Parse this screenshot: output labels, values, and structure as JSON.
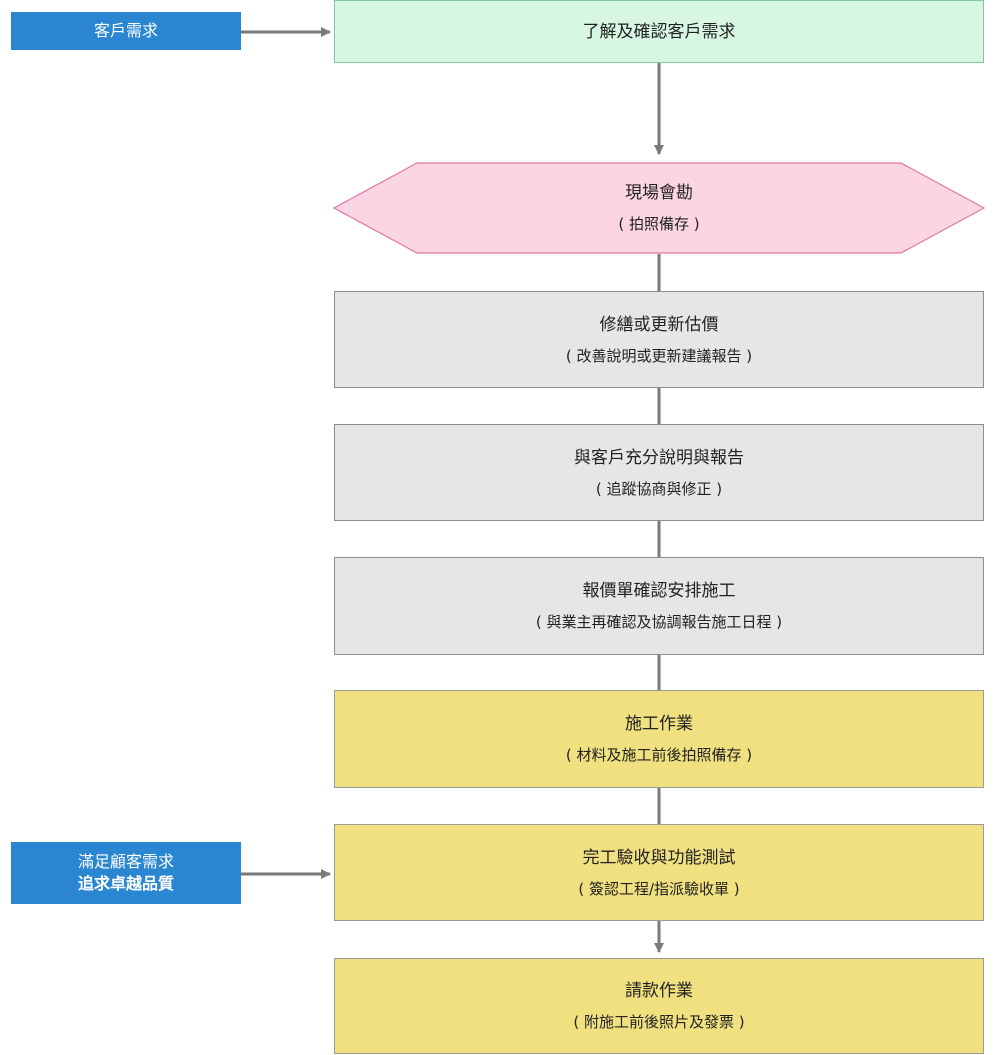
{
  "inputs": {
    "customer_needs": "客戶需求",
    "satisfy_line1": "滿足顧客需求",
    "satisfy_line2": "追求卓越品質"
  },
  "steps": [
    {
      "title": "了解及確認客戶需求",
      "sub": ""
    },
    {
      "title": "現場會勘",
      "sub": "( 拍照備存 )"
    },
    {
      "title": "修繕或更新估價",
      "sub": "( 改善說明或更新建議報告 )"
    },
    {
      "title": "與客戶充分說明與報告",
      "sub": "( 追蹤協商與修正 )"
    },
    {
      "title": "報價單確認安排施工",
      "sub": "( 與業主再確認及協調報告施工日程 )"
    },
    {
      "title": "施工作業",
      "sub": "( 材料及施工前後拍照備存 )"
    },
    {
      "title": "完工驗收與功能測試",
      "sub": "( 簽認工程/指派驗收單 )"
    },
    {
      "title": "請款作業",
      "sub": "( 附施工前後照片及發票 )"
    }
  ],
  "colors": {
    "input_fill": "#2a86d0",
    "start_fill": "#d8f7e3",
    "inspection_fill": "#fcd5e2",
    "inspection_stroke": "#e278a3",
    "process_fill": "#e6e6e6",
    "execution_fill": "#f1e07f",
    "connector": "#7a7a7a"
  }
}
